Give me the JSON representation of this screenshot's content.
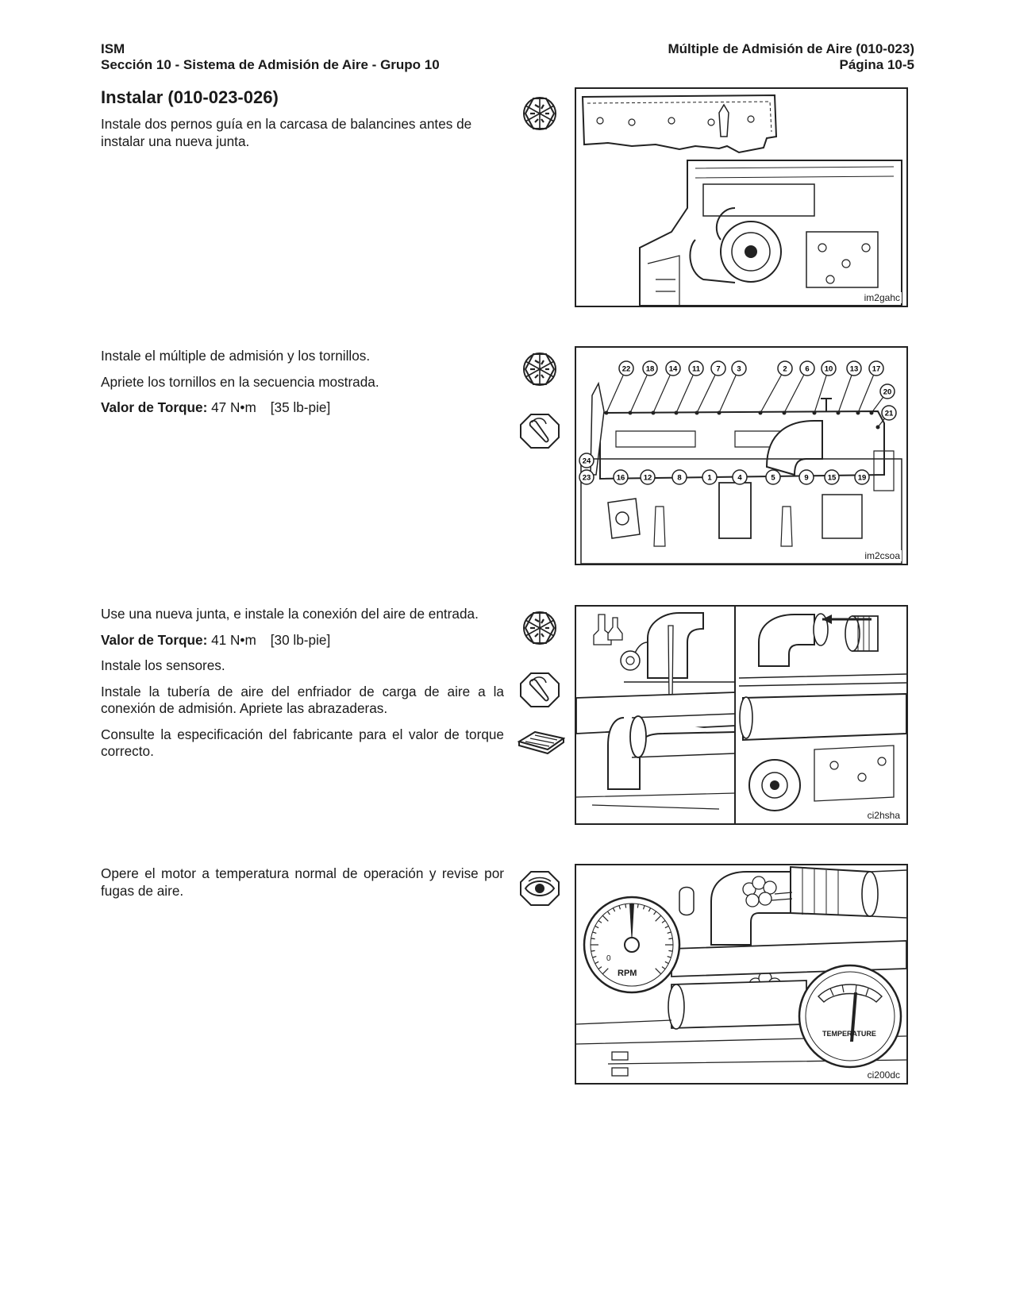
{
  "header": {
    "left_line1": "ISM",
    "left_line2": "Sección 10 - Sistema de Admisión de Aire - Grupo 10",
    "right_line1": "Múltiple de Admisión de Aire (010-023)",
    "right_line2": "Página 10-5"
  },
  "steps": [
    {
      "title": "Instalar (010-023-026)",
      "paragraphs": [
        "Instale dos pernos guía en la carcasa de balancines antes de instalar una nueva junta."
      ],
      "icons": [
        "wrench-tools-icon"
      ],
      "figure_id": "im2gahc"
    },
    {
      "paragraphs": [
        "Instale el múltiple de admisión y los tornillos.",
        "Apriete los tornillos en la secuencia mostrada."
      ],
      "torque": {
        "label": "Valor de Torque:",
        "metric": "47 N•m",
        "imperial": "[35  lb-pie]"
      },
      "icons": [
        "wrench-tools-icon",
        "torque-wrench-icon"
      ],
      "figure_id": "im2csoa",
      "sequence_numbers_top": [
        "22",
        "18",
        "14",
        "11",
        "7",
        "3",
        "2",
        "6",
        "10",
        "13",
        "17"
      ],
      "sequence_numbers_right": [
        "20",
        "21"
      ],
      "sequence_numbers_left": [
        "24",
        "23"
      ],
      "sequence_numbers_bottom": [
        "16",
        "12",
        "8",
        "1",
        "4",
        "5",
        "9",
        "15",
        "19"
      ]
    },
    {
      "paragraphs": [
        "Use una nueva junta, e instale la conexión del aire de entrada."
      ],
      "torque": {
        "label": "Valor de Torque:",
        "metric": "41 N•m",
        "imperial": "[30  lb-pie]"
      },
      "paragraphs_after": [
        "Instale los sensores.",
        "Instale la tubería de aire del enfriador de carga de aire a la conexión de admisión. Apriete las abrazaderas.",
        "Consulte la especificación del fabricante para el valor de torque correcto."
      ],
      "icons": [
        "wrench-tools-icon",
        "torque-wrench-icon",
        "manual-book-icon"
      ],
      "figure_id": "ci2hsha"
    },
    {
      "paragraphs": [
        "Opere el motor a temperatura normal de operación y revise por fugas de aire."
      ],
      "icons": [
        "inspect-eye-icon"
      ],
      "figure_id": "ci200dc",
      "gauge_rpm_label": "RPM",
      "gauge_rpm_zero": "0",
      "gauge_temp_label": "TEMPERATURE"
    }
  ]
}
